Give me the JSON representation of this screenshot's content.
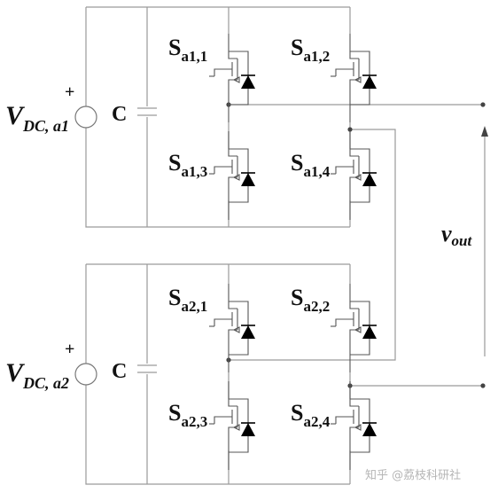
{
  "cells": [
    {
      "id": "a1",
      "source": {
        "plus": "+",
        "v": "V",
        "sub": "DC, a1"
      },
      "capacitor": "C",
      "switches": [
        {
          "s": "S",
          "sub": "a1,1"
        },
        {
          "s": "S",
          "sub": "a1,2"
        },
        {
          "s": "S",
          "sub": "a1,3"
        },
        {
          "s": "S",
          "sub": "a1,4"
        }
      ]
    },
    {
      "id": "a2",
      "source": {
        "plus": "+",
        "v": "V",
        "sub": "DC, a2"
      },
      "capacitor": "C",
      "switches": [
        {
          "s": "S",
          "sub": "a2,1"
        },
        {
          "s": "S",
          "sub": "a2,2"
        },
        {
          "s": "S",
          "sub": "a2,3"
        },
        {
          "s": "S",
          "sub": "a2,4"
        }
      ]
    }
  ],
  "output": {
    "v": "v",
    "sub": "out"
  },
  "watermark": "知乎 @荔枝科研社",
  "colors": {
    "wire": "#9a9a9a",
    "device": "#555555",
    "diode": "#000000",
    "text": "#111111"
  }
}
